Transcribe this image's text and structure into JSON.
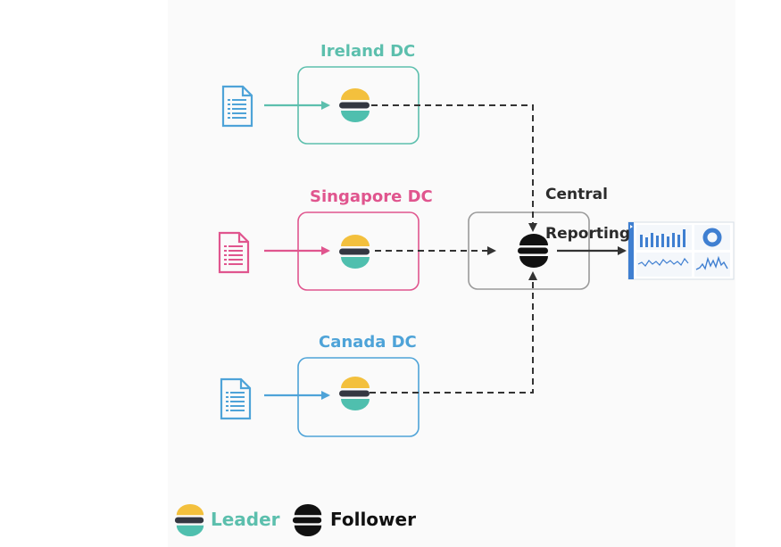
{
  "datacenters": [
    {
      "name": "Ireland DC",
      "color": "#5cbfad"
    },
    {
      "name": "Singapore DC",
      "color": "#e0558e"
    },
    {
      "name": "Canada DC",
      "color": "#4ea3d8"
    }
  ],
  "central": {
    "label_line1": "Central",
    "label_line2": "Reporting"
  },
  "legend": {
    "leader_label": "Leader",
    "follower_label": "Follower",
    "leader_color": "#5cbfad"
  },
  "colors": {
    "elastic_yellow": "#f3c03d",
    "elastic_teal": "#4fbfae",
    "elastic_dark": "#343741",
    "arrow": "#333333",
    "box_border": "#9a9a9a",
    "dashboard_blue": "#3f7fd1"
  }
}
